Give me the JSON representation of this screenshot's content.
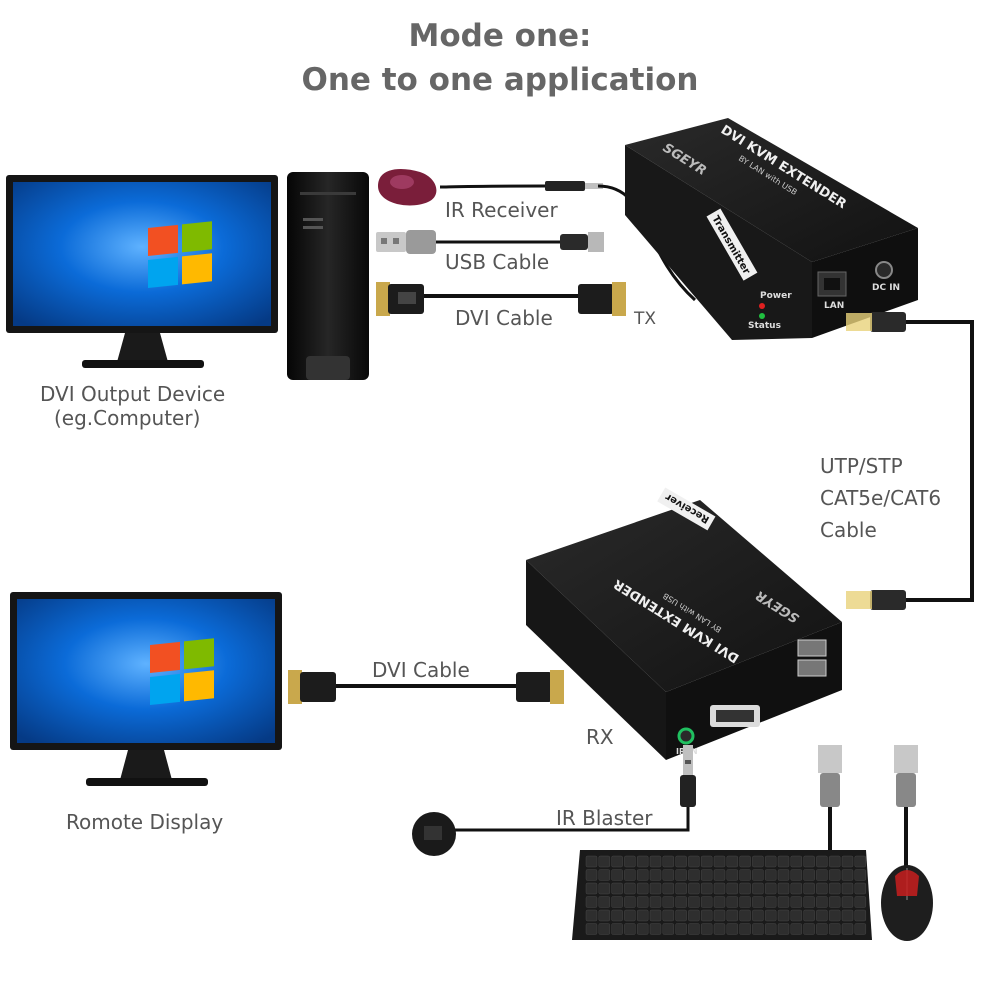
{
  "title": {
    "line1": "Mode one:",
    "line2": "One to one application"
  },
  "labels": {
    "dvi_output_device": "DVI Output Device",
    "dvi_output_example": "(eg.Computer)",
    "ir_receiver": "IR Receiver",
    "usb_cable": "USB Cable",
    "dvi_cable_top": "DVI Cable",
    "tx": "TX",
    "cable_type_1": "UTP/STP",
    "cable_type_2": "CAT5e/CAT6",
    "cable_type_3": "Cable",
    "dvi_cable_bottom": "DVI Cable",
    "rx": "RX",
    "remote_display": "Romote Display",
    "ir_blaster": "IR Blaster"
  },
  "transmitter": {
    "brand": "SGEYR",
    "product": "DVI KVM EXTENDER",
    "subtitle": "BY LAN with USB",
    "role": "Transmitter",
    "power": "Power",
    "status": "Status",
    "lan": "LAN",
    "dc_in": "DC IN"
  },
  "receiver": {
    "brand": "SGEYR",
    "product": "DVI KVM EXTENDER",
    "subtitle": "BY LAN with USB",
    "role": "Receiver",
    "ir_in": "IR IN"
  },
  "colors": {
    "title": "#666666",
    "label": "#555555",
    "device_body": "#1c1c1c",
    "screen_blue": "#0b5fc4",
    "cable": "#111111",
    "ir_receiver": "#7a1e3a",
    "led_red": "#e02020",
    "led_green": "#20c040"
  },
  "icons": [
    "windows-logo-icon",
    "usb-plug-icon",
    "dvi-plug-icon",
    "rj45-plug-icon",
    "audio-jack-icon"
  ]
}
